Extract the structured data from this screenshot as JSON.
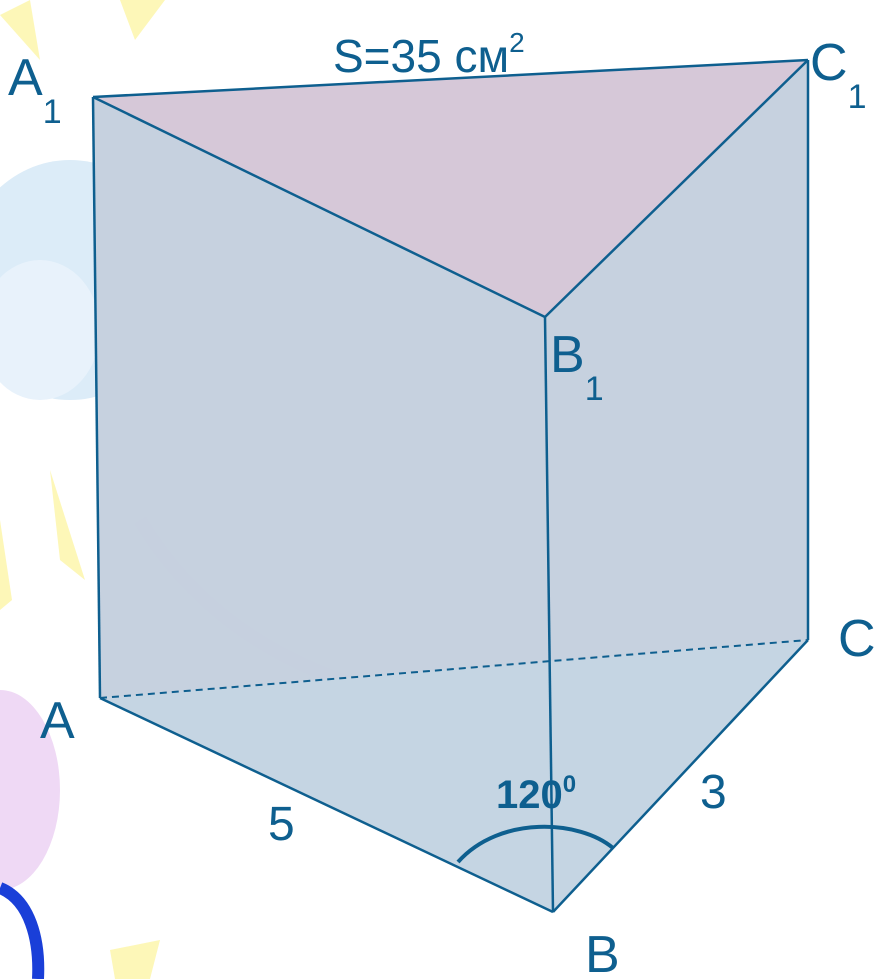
{
  "area_label": {
    "text": "S=35 см",
    "sup": "2"
  },
  "vertices": {
    "A": {
      "letter": "A",
      "sub": ""
    },
    "B": {
      "letter": "B",
      "sub": ""
    },
    "C": {
      "letter": "C",
      "sub": ""
    },
    "A1": {
      "letter": "A",
      "sub": "1"
    },
    "B1": {
      "letter": "B",
      "sub": "1"
    },
    "C1": {
      "letter": "C",
      "sub": "1"
    }
  },
  "edge_AB": "5",
  "edge_BC": "3",
  "angle_B": {
    "value": "120",
    "sup": "0"
  },
  "colors": {
    "edge": "#0e5f8f",
    "top_face": "#d6c8d8",
    "side_faces": "#c6d0de",
    "base_face": "#c4eefa",
    "bg_pattern_yellow": "#fdf7b8",
    "bg_pattern_blue": "#dcecf8",
    "bg_pattern_violet": "#efd9f5",
    "bg_pattern_dark_blue": "#1a3fd8"
  }
}
